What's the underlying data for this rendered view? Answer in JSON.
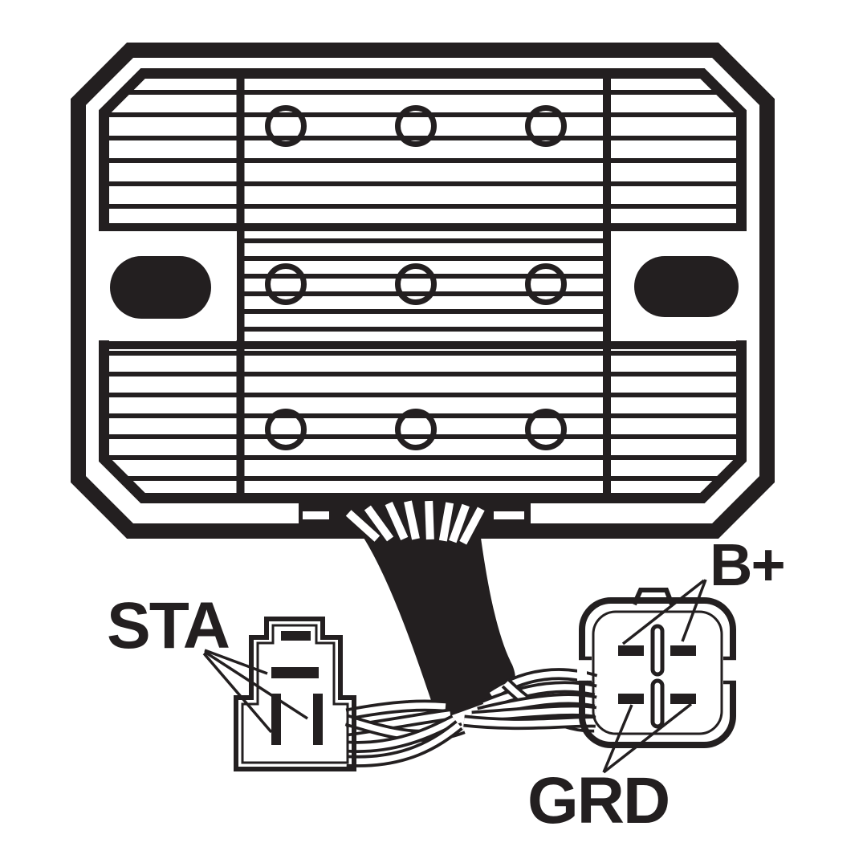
{
  "diagram": {
    "labels": {
      "stator": "STA",
      "battery_positive": "B+",
      "ground": "GRD"
    },
    "colors": {
      "ink": "#231f20",
      "paper": "#ffffff"
    }
  }
}
